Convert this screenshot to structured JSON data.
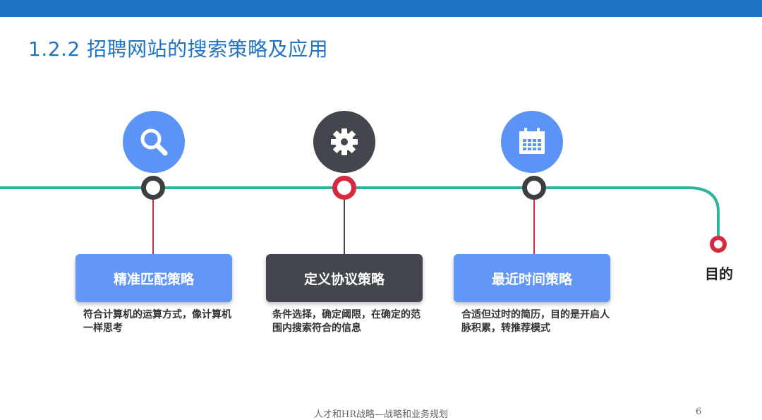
{
  "title": "1.2.2 招聘网站的搜索策略及应用",
  "colors": {
    "brand_blue": "#1e73c4",
    "card_blue": "#6297f7",
    "card_dark": "#43474d",
    "line_teal": "#2bb59a",
    "accent_red": "#d6283f"
  },
  "steps": [
    {
      "icon": "search-icon",
      "label": "精准匹配策略",
      "desc": "符合计算机的运算方式，像计算机一样思考"
    },
    {
      "icon": "gear-icon",
      "label": "定义协议策略",
      "desc": "条件选择，确定阈限，在确定的范围内搜索符合的信息"
    },
    {
      "icon": "calendar-icon",
      "label": "最近时间策略",
      "desc": "合适但过时的简历，目的是开启人脉积累，转推荐模式"
    }
  ],
  "goal": "目的",
  "footer": "人才和HR战略—战略和业务规划",
  "page_number": "6"
}
